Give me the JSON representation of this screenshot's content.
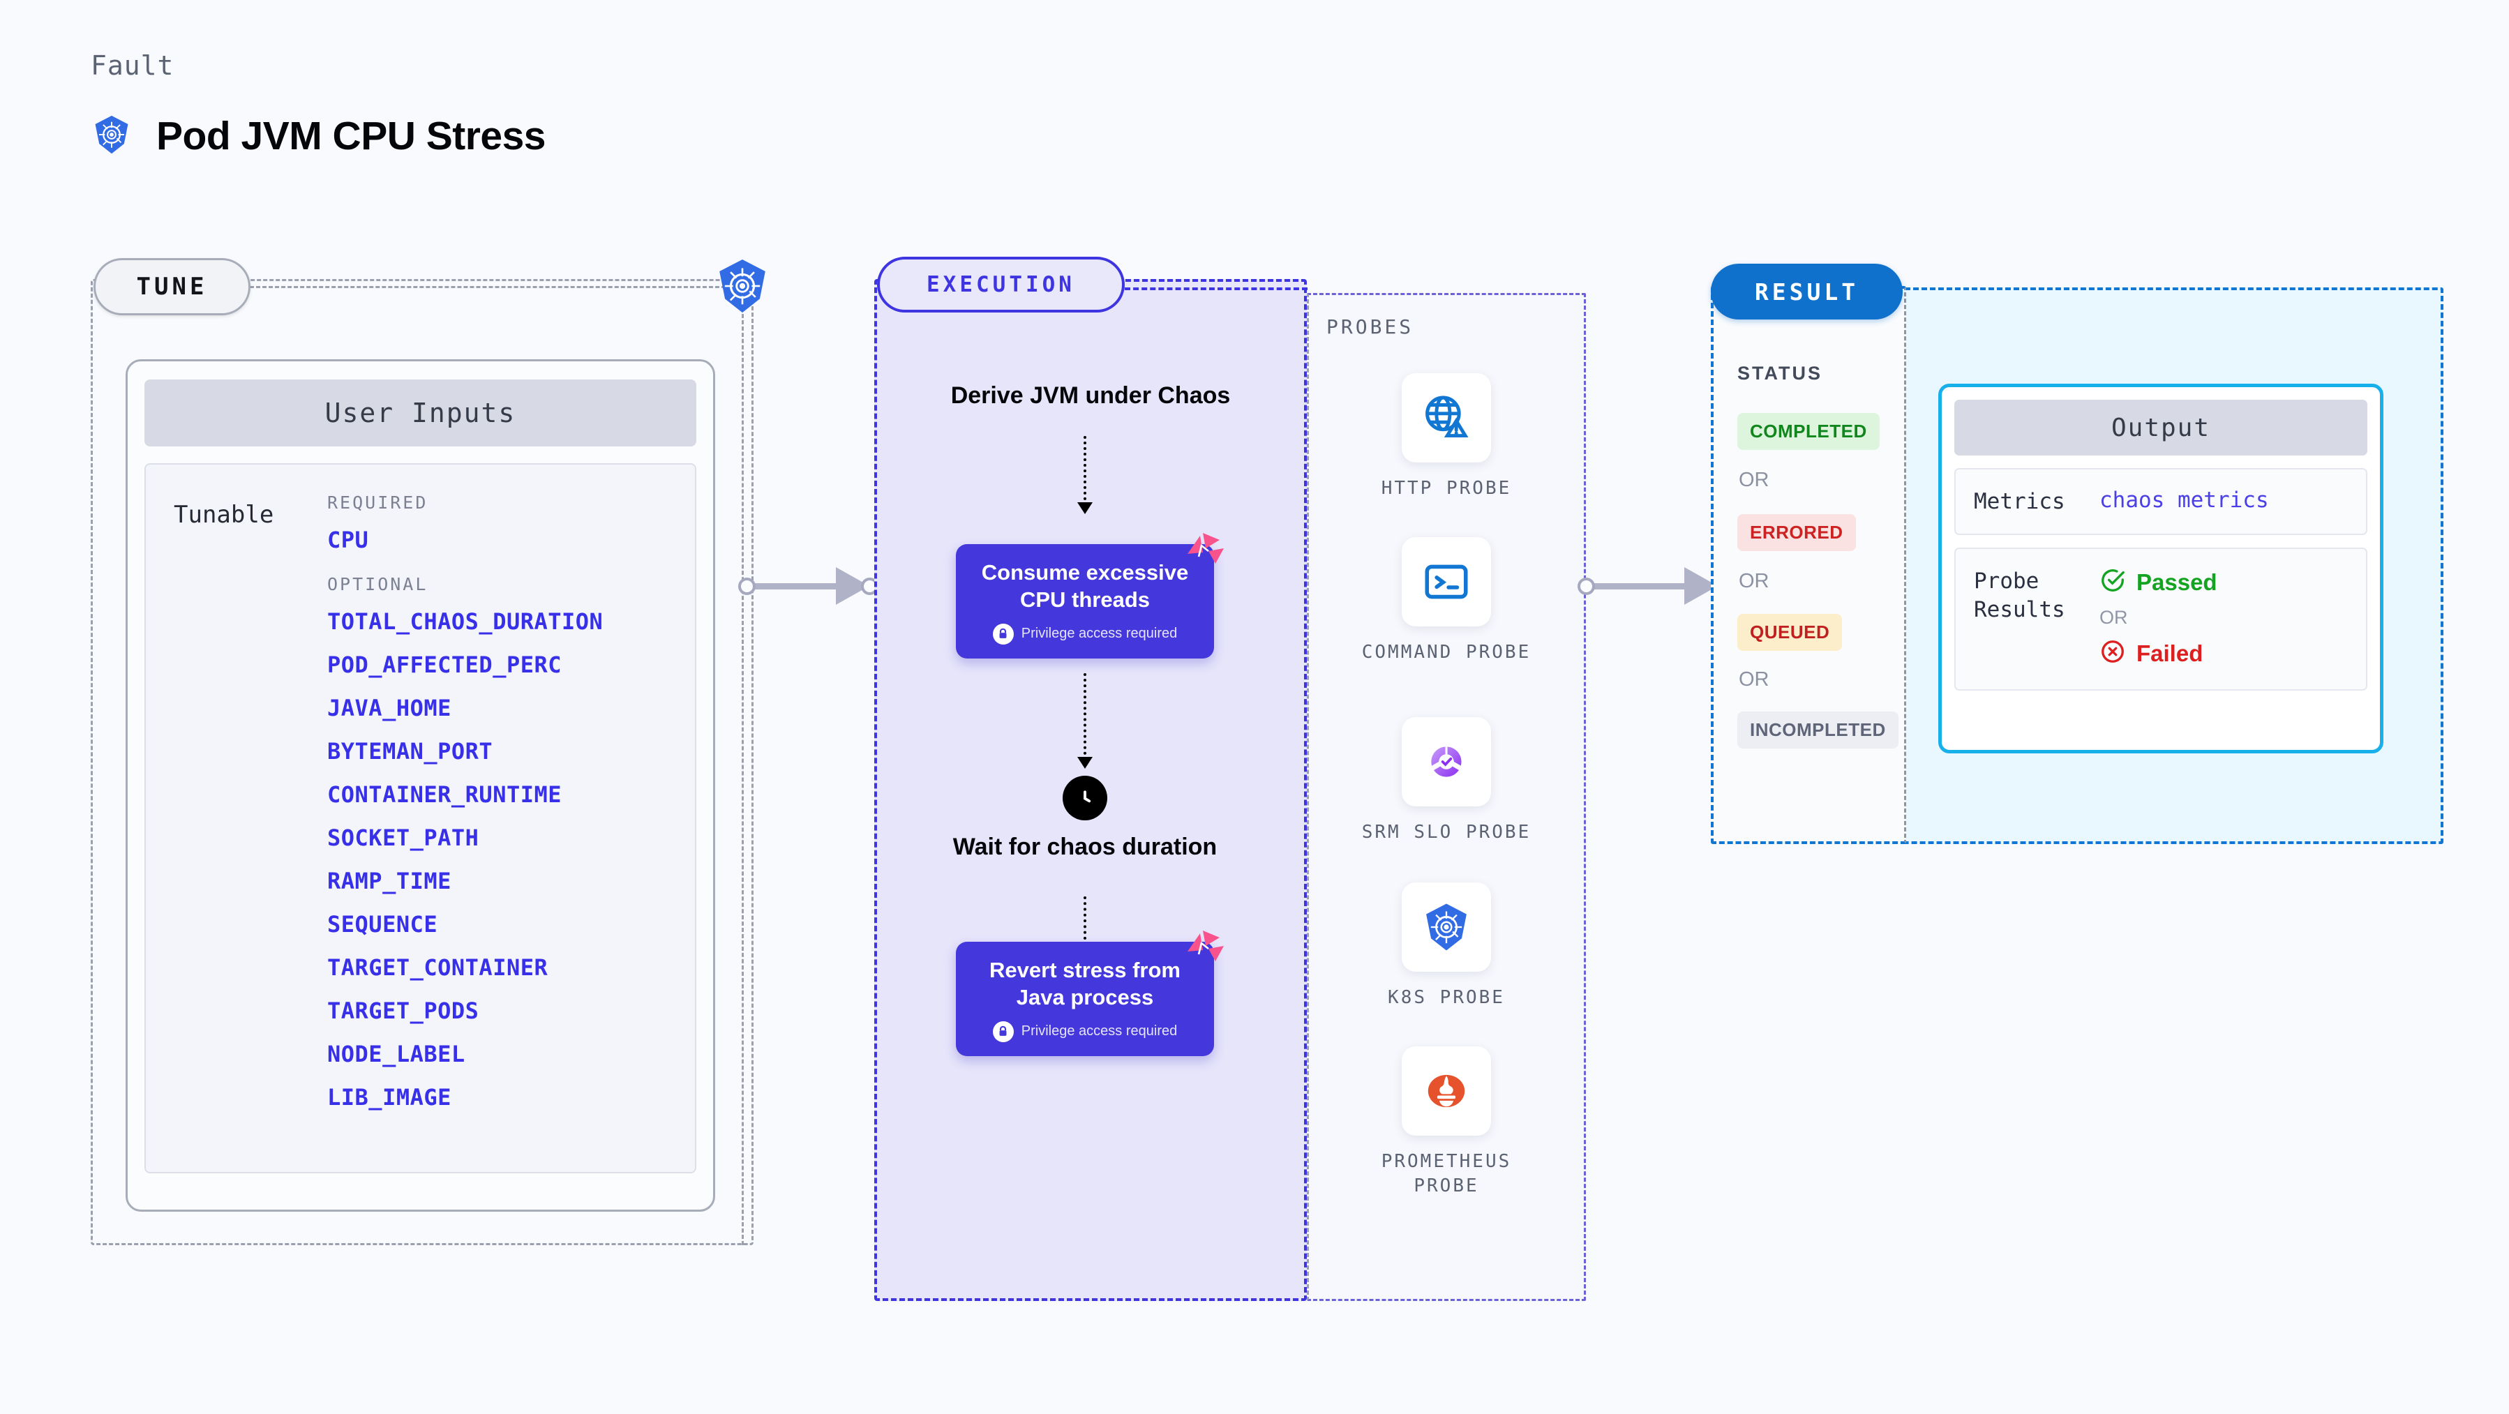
{
  "header": {
    "kicker": "Fault",
    "title": "Pod JVM CPU Stress",
    "icon": "kubernetes-icon"
  },
  "tune": {
    "badge": "TUNE",
    "platform_icon": "kubernetes-icon",
    "inputs_card": {
      "header": "User Inputs",
      "row_label": "Tunable",
      "required_label": "REQUIRED",
      "optional_label": "OPTIONAL",
      "required": [
        "CPU"
      ],
      "optional": [
        "TOTAL_CHAOS_DURATION",
        "POD_AFFECTED_PERC",
        "JAVA_HOME",
        "BYTEMAN_PORT",
        "CONTAINER_RUNTIME",
        "SOCKET_PATH",
        "RAMP_TIME",
        "SEQUENCE",
        "TARGET_CONTAINER",
        "TARGET_PODS",
        "NODE_LABEL",
        "LIB_IMAGE"
      ]
    }
  },
  "execution": {
    "badge": "EXECUTION",
    "steps": [
      {
        "type": "text",
        "label": "Derive JVM under Chaos",
        "icon": null
      },
      {
        "type": "card",
        "label": "Consume excessive CPU threads",
        "note": "Privilege access required",
        "note_icon": "lock-icon",
        "corner_icon": "litmus-icon"
      },
      {
        "type": "text",
        "label": "Wait for chaos duration",
        "icon": "clock-icon"
      },
      {
        "type": "card",
        "label": "Revert stress from Java process",
        "note": "Privilege access required",
        "note_icon": "lock-icon",
        "corner_icon": "litmus-icon"
      }
    ]
  },
  "probes": {
    "title": "PROBES",
    "items": [
      {
        "name": "HTTP PROBE",
        "icon": "globe-warning-icon",
        "color": "#1277d3"
      },
      {
        "name": "COMMAND PROBE",
        "icon": "terminal-icon",
        "color": "#1277d3"
      },
      {
        "name": "SRM SLO PROBE",
        "icon": "srm-slo-icon",
        "color": "#9b45f0"
      },
      {
        "name": "K8S PROBE",
        "icon": "kubernetes-icon",
        "color": "#326ce5"
      },
      {
        "name": "PROMETHEUS PROBE",
        "icon": "prometheus-icon",
        "color": "#e6522c"
      }
    ]
  },
  "result": {
    "badge": "RESULT",
    "status_title": "STATUS",
    "or_label": "OR",
    "statuses": [
      {
        "label": "COMPLETED",
        "text_color": "#11861d",
        "bg_color": "#ddf5dd"
      },
      {
        "label": "ERRORED",
        "text_color": "#cc2222",
        "bg_color": "#fbe2e2"
      },
      {
        "label": "QUEUED",
        "text_color": "#c02020",
        "bg_color": "#fceecb"
      },
      {
        "label": "INCOMPLETED",
        "text_color": "#5f6578",
        "bg_color": "#eceef4"
      }
    ],
    "output": {
      "header": "Output",
      "metrics_key": "Metrics",
      "metrics_value": "chaos metrics",
      "probe_results_key": "Probe Results",
      "passed_label": "Passed",
      "failed_label": "Failed",
      "or_label": "OR",
      "passed_icon": "check-circle-icon",
      "failed_icon": "x-circle-icon"
    }
  },
  "connectors": [
    {
      "name": "tune-to-execution"
    },
    {
      "name": "probes-to-result"
    }
  ],
  "colors": {
    "background": "#f9fafe",
    "accent_purple": "#4438dd",
    "accent_blue": "#0f71cc",
    "accent_cyan": "#18b0ea",
    "litmus_pink": "#f9538d",
    "input_link": "#3730e8"
  }
}
